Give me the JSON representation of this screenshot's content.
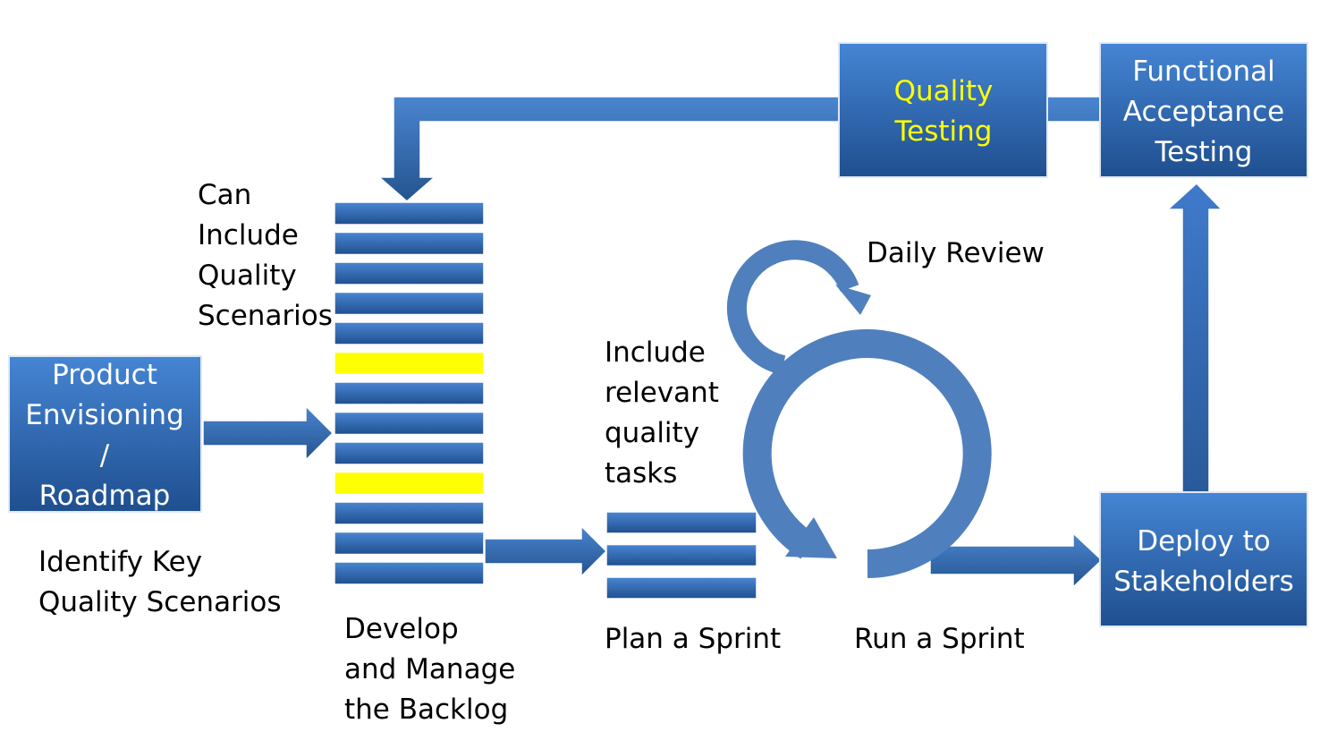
{
  "boxes": {
    "product_envisioning": {
      "lines": [
        "Product",
        "Envisioning",
        "/",
        "Roadmap"
      ]
    },
    "quality_testing": {
      "lines": [
        "Quality",
        "Testing"
      ]
    },
    "functional_acceptance_testing": {
      "lines": [
        "Functional",
        "Acceptance",
        "Testing"
      ]
    },
    "deploy_to_stakeholders": {
      "lines": [
        "Deploy to",
        "Stakeholders"
      ]
    }
  },
  "labels": {
    "can_include_quality_scenarios": [
      "Can",
      "Include",
      "Quality",
      "Scenarios"
    ],
    "identify_key_quality_scenarios": [
      "Identify Key",
      "Quality Scenarios"
    ],
    "develop_and_manage_backlog": [
      "Develop",
      "and Manage",
      "the Backlog"
    ],
    "include_relevant_quality_tasks": [
      "Include",
      "relevant",
      "quality",
      "tasks"
    ],
    "plan_a_sprint": "Plan a Sprint",
    "run_a_sprint": "Run a Sprint",
    "daily_review": "Daily Review"
  },
  "backlog": {
    "item_count": 13,
    "highlighted_items": [
      5,
      9
    ]
  },
  "sprint_plan": {
    "item_count": 3
  },
  "colors": {
    "box_top": "#3f7fcf",
    "box_bottom": "#1f4f8f",
    "arrow": "#3a6fb5",
    "cycle": "#4f80bd",
    "highlight_item": "#ffff00",
    "highlight_text": "#ffff00",
    "text": "#000000",
    "box_text": "#ffffff"
  }
}
